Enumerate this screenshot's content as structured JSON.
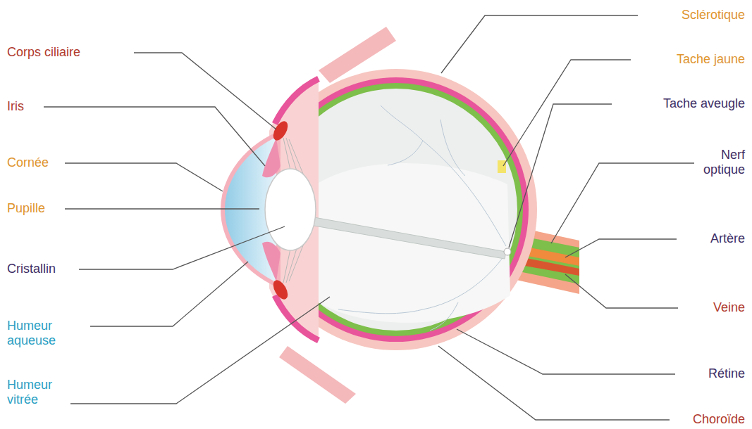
{
  "diagram": {
    "labels": [
      "Corps ciliaire",
      "Iris",
      "Cornée",
      "Pupille",
      "Cristallin",
      "Humeur aqueuse",
      "Humeur vitrée",
      "Sclérotique",
      "Tache jaune",
      "Tache aveugle",
      "Nerf optique",
      "Artère",
      "Veine",
      "Rétine",
      "Choroïde"
    ]
  }
}
